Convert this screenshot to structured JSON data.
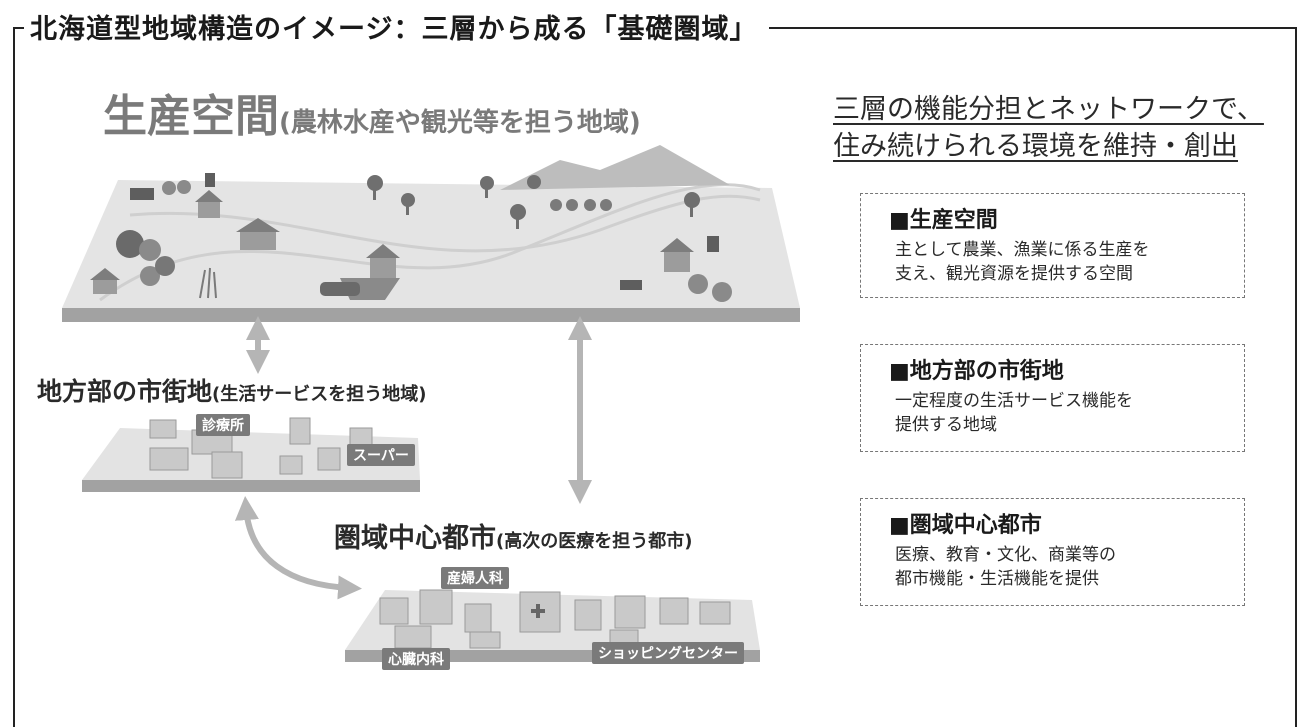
{
  "frame_title": "北海道型地域構造のイメージ：三層から成る「基礎圏域」",
  "production": {
    "title": "生産空間",
    "subtitle": "(農林水産や観光等を担う地域)"
  },
  "local_town": {
    "title": "地方部の市街地",
    "subtitle": "(生活サービスを担う地域)",
    "labels": [
      "診療所",
      "スーパー"
    ]
  },
  "core_city": {
    "title": "圏域中心都市",
    "subtitle": "(高次の医療を担う都市)",
    "labels": [
      "産婦人科",
      "心臓内科",
      "ショッピングセンター"
    ]
  },
  "tagline": {
    "line1": "三層の機能分担とネットワークで、",
    "line2": "住み続けられる環境を維持・創出"
  },
  "boxes": [
    {
      "heading": "■生産空間",
      "line1": "主として農業、漁業に係る生産を",
      "line2": "支え、観光資源を提供する空間"
    },
    {
      "heading": "■地方部の市街地",
      "line1": "一定程度の生活サービス機能を",
      "line2": "提供する地域"
    },
    {
      "heading": "■圏域中心都市",
      "line1": "医療、教育・文化、商業等の",
      "line2": "都市機能・生活機能を提供"
    }
  ],
  "colors": {
    "platform": "#e3e3e3",
    "platform_side": "#9a9a9a",
    "arrow": "#b5b5b5",
    "label_bg": "#7a7a7a"
  }
}
